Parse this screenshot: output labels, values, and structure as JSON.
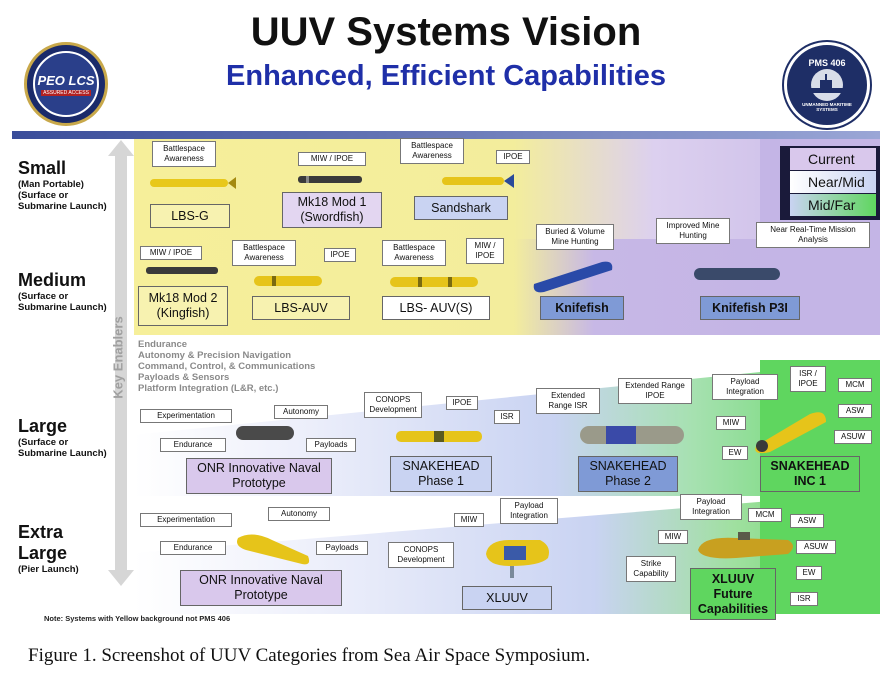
{
  "header": {
    "title": "UUV Systems Vision",
    "subtitle": "Enhanced, Efficient Capabilities",
    "left_seal": {
      "ring_text": "PROGRAM EXECUTIVE OFFICE",
      "center_text": "PEO LCS",
      "banner": "ASSURED ACCESS",
      "bottom_text": "LITTORAL COMBAT SHIPS"
    },
    "right_seal": {
      "top_text": "PMS 406",
      "bottom_text": "UNMANNED MARITIME SYSTEMS"
    }
  },
  "categories": [
    {
      "title": "Small",
      "detail": [
        "(Man Portable)",
        "(Surface or",
        "Submarine Launch)"
      ]
    },
    {
      "title": "Medium",
      "detail": [
        "(Surface or",
        "Submarine Launch)"
      ]
    },
    {
      "title": "Large",
      "detail": [
        "(Surface or",
        "Submarine Launch)"
      ]
    },
    {
      "title_lines": [
        "Extra",
        "Large"
      ],
      "detail": [
        "(Pier Launch)"
      ]
    }
  ],
  "key_enablers": {
    "axis_label": "Key Enablers",
    "items": [
      "Endurance",
      "Autonomy & Precision Navigation",
      "Command, Control, & Communications",
      "Payloads & Sensors",
      "Platform Integration (L&R, etc.)"
    ]
  },
  "legend": {
    "items": [
      "Current",
      "Near/Mid",
      "Mid/Far"
    ],
    "colors": [
      "#d9c8ec",
      "#c9d3f2",
      "#7ee07e"
    ]
  },
  "small": {
    "labels": {
      "battlespace_1": "Battlespace Awareness",
      "miw_ipoe": "MIW / IPOE",
      "battlespace_2": "Battlespace Awareness",
      "ipoe": "IPOE"
    },
    "systems": {
      "lbs_g": "LBS-G",
      "mk18_mod1": "Mk18 Mod 1 (Swordfish)",
      "sandshark": "Sandshark"
    }
  },
  "medium": {
    "labels": {
      "miw_ipoe": "MIW / IPOE",
      "battlespace_1": "Battlespace Awareness",
      "ipoe": "IPOE",
      "battlespace_2": "Battlespace Awareness",
      "miw_ipoe_2": "MIW / IPOE",
      "buried": "Buried & Volume Mine Hunting",
      "improved": "Improved Mine Hunting",
      "realtime": "Near Real-Time Mission Analysis"
    },
    "systems": {
      "mk18_mod2": "Mk18 Mod 2 (Kingfish)",
      "lbs_auv": "LBS-AUV",
      "lbs_auv_s": "LBS- AUV(S)",
      "knifefish": "Knifefish",
      "knifefish_p3i": "Knifefish P3I"
    }
  },
  "large": {
    "labels": {
      "experimentation": "Experimentation",
      "autonomy": "Autonomy",
      "endurance": "Endurance",
      "payloads": "Payloads",
      "conops": "CONOPS Development",
      "ipoe": "IPOE",
      "isr": "ISR",
      "ext_isr": "Extended Range ISR",
      "ext_ipoe": "Extended Range IPOE",
      "payload_int": "Payload Integration",
      "isr_ipoe": "ISR / IPOE",
      "mcm": "MCM",
      "miw": "MIW",
      "asw": "ASW",
      "ew": "EW",
      "asuw": "ASUW"
    },
    "systems": {
      "onr": "ONR Innovative Naval Prototype",
      "snakehead1": "SNAKEHEAD Phase 1",
      "snakehead2": "SNAKEHEAD Phase 2",
      "snakehead_inc1": "SNAKEHEAD INC 1"
    }
  },
  "xlarge": {
    "labels": {
      "experimentation": "Experimentation",
      "autonomy": "Autonomy",
      "endurance": "Endurance",
      "payloads": "Payloads",
      "conops": "CONOPS Development",
      "miw": "MIW",
      "payload_int": "Payload Integration",
      "payload_int_2": "Payload Integration",
      "mcm": "MCM",
      "miw_2": "MIW",
      "asw": "ASW",
      "asuw": "ASUW",
      "strike": "Strike Capability",
      "ew": "EW",
      "isr": "ISR"
    },
    "systems": {
      "onr": "ONR Innovative Naval Prototype",
      "xluuv": "XLUUV",
      "xluuv_future": "XLUUV Future Capabilities"
    }
  },
  "note": "Note: Systems with Yellow background not PMS 406",
  "caption": "Figure 1.    Screenshot of UUV Categories from Sea Air Space Symposium."
}
